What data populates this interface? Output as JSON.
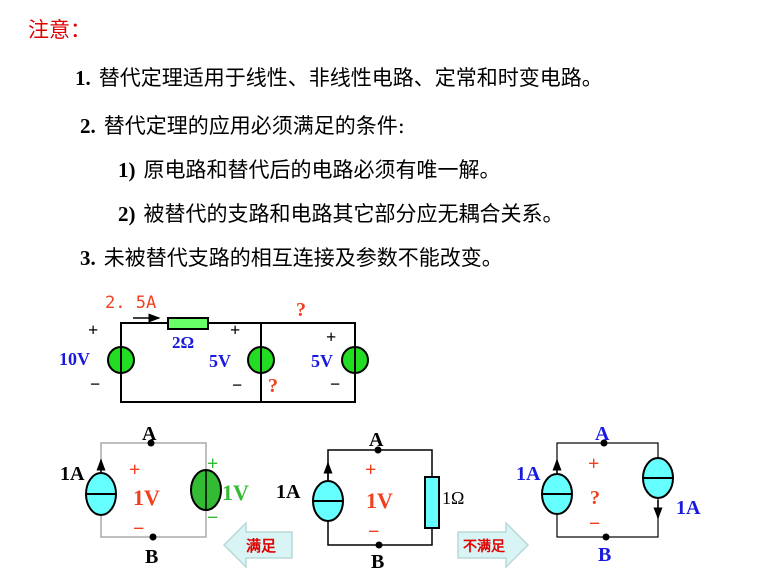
{
  "note_label": "注意：",
  "items": [
    {
      "num": "1.",
      "text": "替代定理适用于线性、非线性电路、定常和时变电路。"
    },
    {
      "num": "2.",
      "text": "替代定理的应用必须满足的条件:"
    },
    {
      "num": "1)",
      "text": "原电路和替代后的电路必须有唯一解。"
    },
    {
      "num": "2)",
      "text": "被替代的支路和电路其它部分应无耦合关系。"
    },
    {
      "num": "3.",
      "text": "未被替代支路的相互连接及参数不能改变。"
    }
  ],
  "top_circuit": {
    "current": "2. 5A",
    "resistor": "2Ω",
    "source1": "10V",
    "source2": "5V",
    "source3": "5V",
    "plus": "+",
    "minus": "−",
    "question": "?"
  },
  "bottom": {
    "left": {
      "node_a": "A",
      "node_b": "B",
      "current": "1A",
      "voltage": "1V",
      "source_voltage": "1V",
      "plus": "+",
      "minus": "−"
    },
    "arrow_left": "满足",
    "middle": {
      "node_a": "A",
      "node_b": "B",
      "current": "1A",
      "voltage": "1V",
      "resistor": "1Ω",
      "plus": "+",
      "minus": "−"
    },
    "arrow_right": "不满足",
    "right": {
      "node_a": "A",
      "node_b": "B",
      "current_left": "1A",
      "current_right": "1A",
      "voltage": "?",
      "plus": "+",
      "minus": "−"
    }
  },
  "colors": {
    "red": "#e00000",
    "orange_red": "#f04020",
    "blue": "#1a1adf",
    "green": "#22dd22",
    "cyan": "#66ffff"
  }
}
